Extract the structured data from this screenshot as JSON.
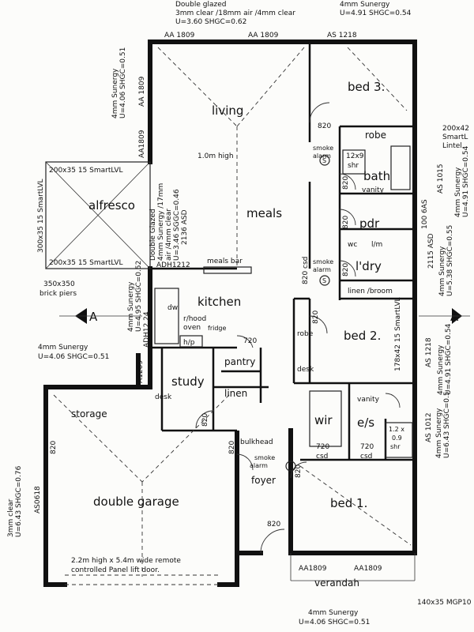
{
  "rooms": {
    "living": "living",
    "bed3": "bed 3.",
    "robe_top": "robe",
    "shr_top_1": "12x9",
    "shr_top_2": "shr",
    "bath": "bath",
    "vanity_top": "vanity",
    "pdr": "pdr",
    "wc": "wc",
    "lm": "l/m",
    "ldry": "l'dry",
    "linen_broom": "linen /broom",
    "alfresco": "alfresco",
    "meals": "meals",
    "meals_bar": "meals bar",
    "kitchen": "kitchen",
    "rhood_1": "r/hood",
    "rhood_2": "oven",
    "dw": "dw",
    "hp": "h/p",
    "fridge": "fridge",
    "pantry": "pantry",
    "linen": "linen",
    "study": "study",
    "desk_study": "desk",
    "robe_bed2": "robe",
    "desk_bed2": "desk",
    "bed2": "bed 2.",
    "wir": "wir",
    "es": "e/s",
    "vanity_es": "vanity",
    "shr_es_1": "1.2 x",
    "shr_es_2": "0.9",
    "shr_es_3": "shr",
    "bed1": "bed 1.",
    "storage": "storage",
    "double_garage": "double  garage",
    "foyer": "foyer",
    "bulkhead": "bulkhead",
    "verandah": "verandah"
  },
  "notes": {
    "glazing_top_1": "Double glazed",
    "glazing_top_2": "3mm clear /18mm air /4mm clear",
    "glazing_top_3": "U=3.60 SHGC=0.62",
    "sunergy_top_right_1": "4mm Sunergy",
    "sunergy_top_right_2": "U=4.91 SHGC=0.54",
    "sunergy_left_top_1": "4mm Sunergy",
    "sunergy_left_top_2": "U=4.06 SHGC=0.51",
    "smartlintel_1": "200x42",
    "smartlintel_2": "SmartL",
    "smartlintel_3": "Lintel",
    "sunergy_right_mid_1": "4mm Sunergy",
    "sunergy_right_mid_2": "U=4.91 SHGC=0.54",
    "sunergy_right_low_1": "4mm Sunergy",
    "sunergy_right_low_2": "U=5.38 SHGC=0.55",
    "sunergy_right_bottom_1": "4mm Sunergy",
    "sunergy_right_bottom_2": "U=4.91 SHGC=0.54",
    "double_glazed_alf_1": "Double Glazed",
    "double_glazed_alf_2": "4mm Sunergy /17mm",
    "double_glazed_alf_3": "air /4mm clear",
    "double_glazed_alf_4": "U=3.46 SGGC=0.46",
    "double_glazed_alf_5": "2136 ASD",
    "sunergy_kitchen_1": "4mm Sunergy",
    "sunergy_kitchen_2": "U=4.95 SHGC=0.52",
    "sunergy_left_mid_1": "4mm Sunergy",
    "sunergy_left_mid_2": "U=4.06 SHGC=0.51",
    "clear_left_1": "3mm clear",
    "clear_left_2": "U=6.43 SHGC=0.76",
    "sunergy_bottom_1": "4mm Sunergy",
    "sunergy_bottom_2": "U=4.06 SHGC=0.51",
    "sunergy_es_1": "4mm Sunergy",
    "sunergy_es_2": "U=6.43 SHGC=0.5",
    "lvl_top": "200x35 15 SmartLVL",
    "lvl_bottom": "200x35 15 SmartLVL",
    "lvl_left": "300x35 15 SmartLVL",
    "lvl_right": "178x42 15 SmartLVL",
    "lvl_verandah": "140x35 MGP10",
    "piers_1": "350x350",
    "piers_2": "brick piers",
    "high_1m": "1.0m high",
    "csd_820": "820 csd",
    "asd_2115": "2115 ASD",
    "smoke_1": "smoke",
    "smoke_2": "alarm",
    "smoke_symbol": "S",
    "garage_door_1": "2.2m high x 5.4m wide remote",
    "garage_door_2": "controlled Panel lift door.",
    "section_marker": "A",
    "w_aa1809_1": "AA 1809",
    "w_aa1809_2": "AA 1809",
    "w_as1218_top": "AS 1218",
    "w_aa1809_left": "AA 1809",
    "w_aa1809_left2": "AA1809",
    "w_as1015": "AS 1015",
    "w_as1006": "100 6AS",
    "w_adh1212": "ADH1212",
    "w_adh1224": "ADH12 24",
    "w_a1209": "A1209",
    "w_as1218_r": "AS 1218",
    "w_as1012": "AS 1012",
    "w_as0618": "AS0618",
    "w_aa1809_b1": "AA1809",
    "w_aa1809_b2": "AA1809",
    "d720": "720",
    "d820": "820",
    "csd": "csd"
  }
}
